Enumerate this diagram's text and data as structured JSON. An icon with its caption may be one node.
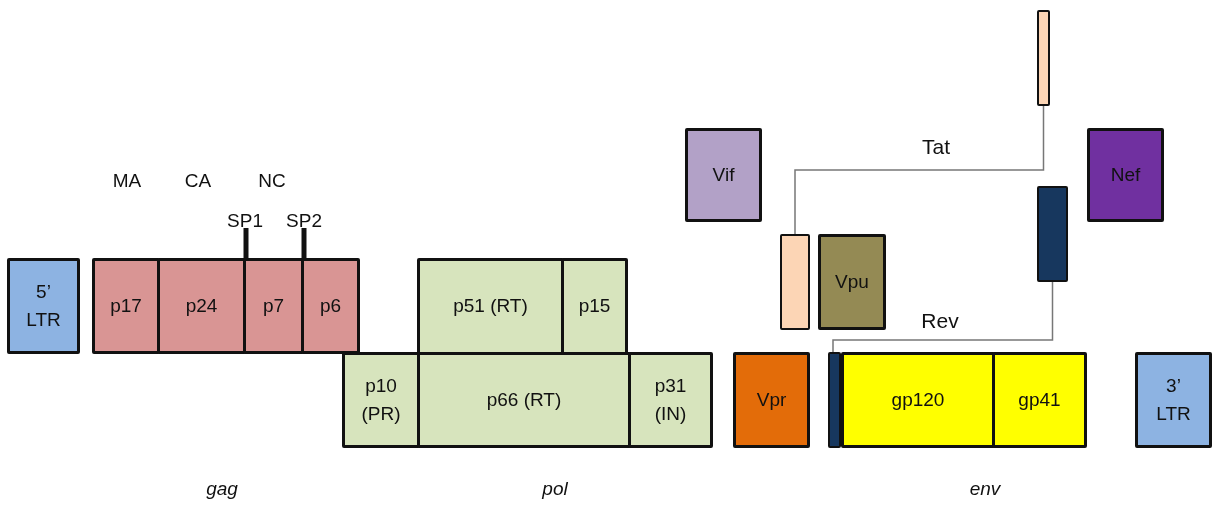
{
  "diagram": {
    "nodes": [
      {
        "text": [
          "5’ LTR"
        ]
      },
      {
        "text": [
          "p17"
        ]
      },
      {
        "text": [
          "p24"
        ]
      },
      {
        "text": [
          "p7"
        ]
      },
      {
        "text": [
          "p6"
        ]
      },
      {
        "text": [
          "p10 (PR)"
        ]
      },
      {
        "text": [
          "p51 (RT)"
        ]
      },
      {
        "text": [
          "p15"
        ]
      },
      {
        "text": [
          "p66 (RT)"
        ]
      },
      {
        "text": [
          "p31 (IN)"
        ]
      },
      {
        "text": [
          "Vif"
        ]
      },
      {
        "text": [],
        "shape": "bar"
      },
      {
        "text": [],
        "shape": "bar"
      },
      {
        "text": [
          "Vpu"
        ]
      },
      {
        "text": [],
        "shape": "bar"
      },
      {
        "text": [
          "Nef"
        ]
      },
      {
        "text": [
          "Vpr"
        ]
      },
      {
        "text": [],
        "shape": "bar"
      },
      {
        "text": [
          "gp120"
        ]
      },
      {
        "text": [
          "gp41"
        ]
      },
      {
        "text": [
          "3’ LTR"
        ]
      }
    ],
    "edges": [
      {
        "from": 12,
        "to": 11,
        "arrow": "none",
        "label": "Tat"
      },
      {
        "from": 14,
        "to": 17,
        "arrow": "none",
        "label": "Rev"
      }
    ],
    "labels": [
      "MA",
      "CA",
      "NC",
      "SP1",
      "SP2",
      "gag",
      "pol",
      "env"
    ]
  }
}
